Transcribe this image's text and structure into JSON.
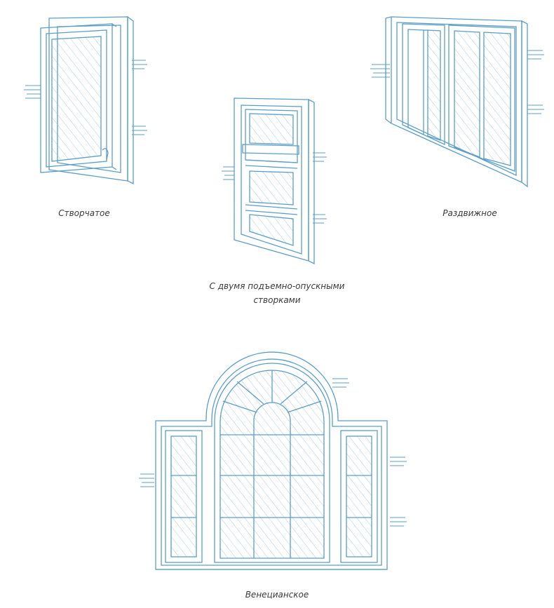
{
  "colors": {
    "line": "#5b9ec9",
    "hatch": "#8fbedd",
    "caption": "#3a3a3a",
    "background": "#ffffff"
  },
  "windows": [
    {
      "id": "casement",
      "label": "Створчатое"
    },
    {
      "id": "double-hung",
      "label_line1": "С двумя подъемно-опускными",
      "label_line2": "створками"
    },
    {
      "id": "sliding",
      "label": "Раздвижное"
    },
    {
      "id": "venetian",
      "label": "Венецианское"
    }
  ]
}
